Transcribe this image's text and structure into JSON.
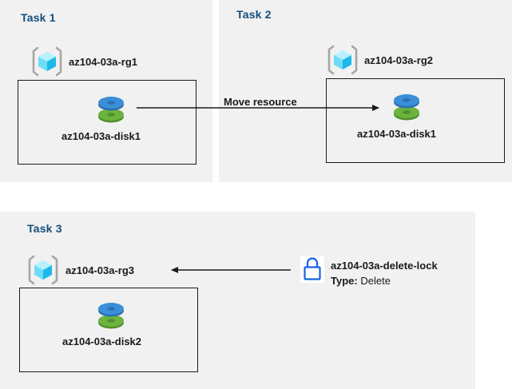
{
  "diagram": {
    "title": "Azure resource group tasks diagram",
    "colors": {
      "panel_background": "#f1f1f1",
      "task_title": "#12507d",
      "cube_light": "#9fe7fb",
      "cube_mid": "#37c6ef",
      "cube_dark": "#18b7e8",
      "bracket": "#a6a6a6",
      "disk_blue": "#3a8fd8",
      "disk_green": "#6cb33f",
      "lock_blue": "#1b63e0",
      "line": "#1a1a1a",
      "label": "#1a1a1a"
    },
    "panels": [
      {
        "id": "task1",
        "title": "Task 1",
        "resource_group": {
          "icon": "resource-group-cube-icon",
          "label": "az104-03a-rg1"
        },
        "resource": {
          "icon": "managed-disk-icon",
          "label": "az104-03a-disk1"
        }
      },
      {
        "id": "task2",
        "title": "Task 2",
        "resource_group": {
          "icon": "resource-group-cube-icon",
          "label": "az104-03a-rg2"
        },
        "resource": {
          "icon": "managed-disk-icon",
          "label": "az104-03a-disk1"
        }
      },
      {
        "id": "task3",
        "title": "Task 3",
        "resource_group": {
          "icon": "resource-group-cube-icon",
          "label": "az104-03a-rg3"
        },
        "resource": {
          "icon": "managed-disk-icon",
          "label": "az104-03a-disk2"
        },
        "lock": {
          "icon": "lock-icon",
          "name": "az104-03a-delete-lock",
          "type_label": "Type:",
          "type_value": "Delete"
        }
      }
    ],
    "connectors": [
      {
        "id": "move-resource",
        "label": "Move resource",
        "from": "task1.resource",
        "to": "task2.resource",
        "direction": "right"
      },
      {
        "id": "lock-applies-to-rg3",
        "label": "",
        "from": "task3.lock",
        "to": "task3.resource_group",
        "direction": "left"
      }
    ]
  }
}
